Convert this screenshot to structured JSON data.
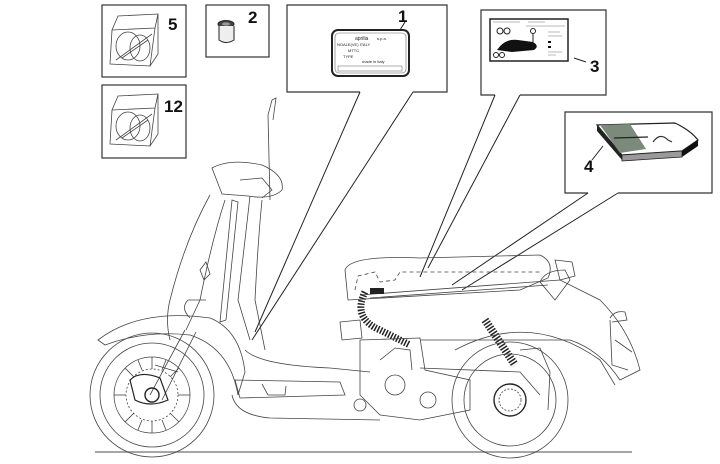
{
  "diagram": {
    "subject": "Scooter exploded parts diagram - labels and kits",
    "callouts": [
      {
        "id": "1",
        "label": "1",
        "part": "identification-plate"
      },
      {
        "id": "2",
        "label": "2",
        "part": "cap"
      },
      {
        "id": "3",
        "label": "3",
        "part": "tyre-pressure-decal"
      },
      {
        "id": "4",
        "label": "4",
        "part": "owners-manual"
      },
      {
        "id": "5",
        "label": "5",
        "part": "tool-kit-bag"
      },
      {
        "id": "12",
        "label": "12",
        "part": "tool-kit-bag"
      }
    ],
    "plate": {
      "brand": "aprilia",
      "suffix": "s.p.a.",
      "address_line": "NOALE(VE) ITALY",
      "field1": "MTTC",
      "field2": "TYPE",
      "footer": "made in italy"
    }
  }
}
